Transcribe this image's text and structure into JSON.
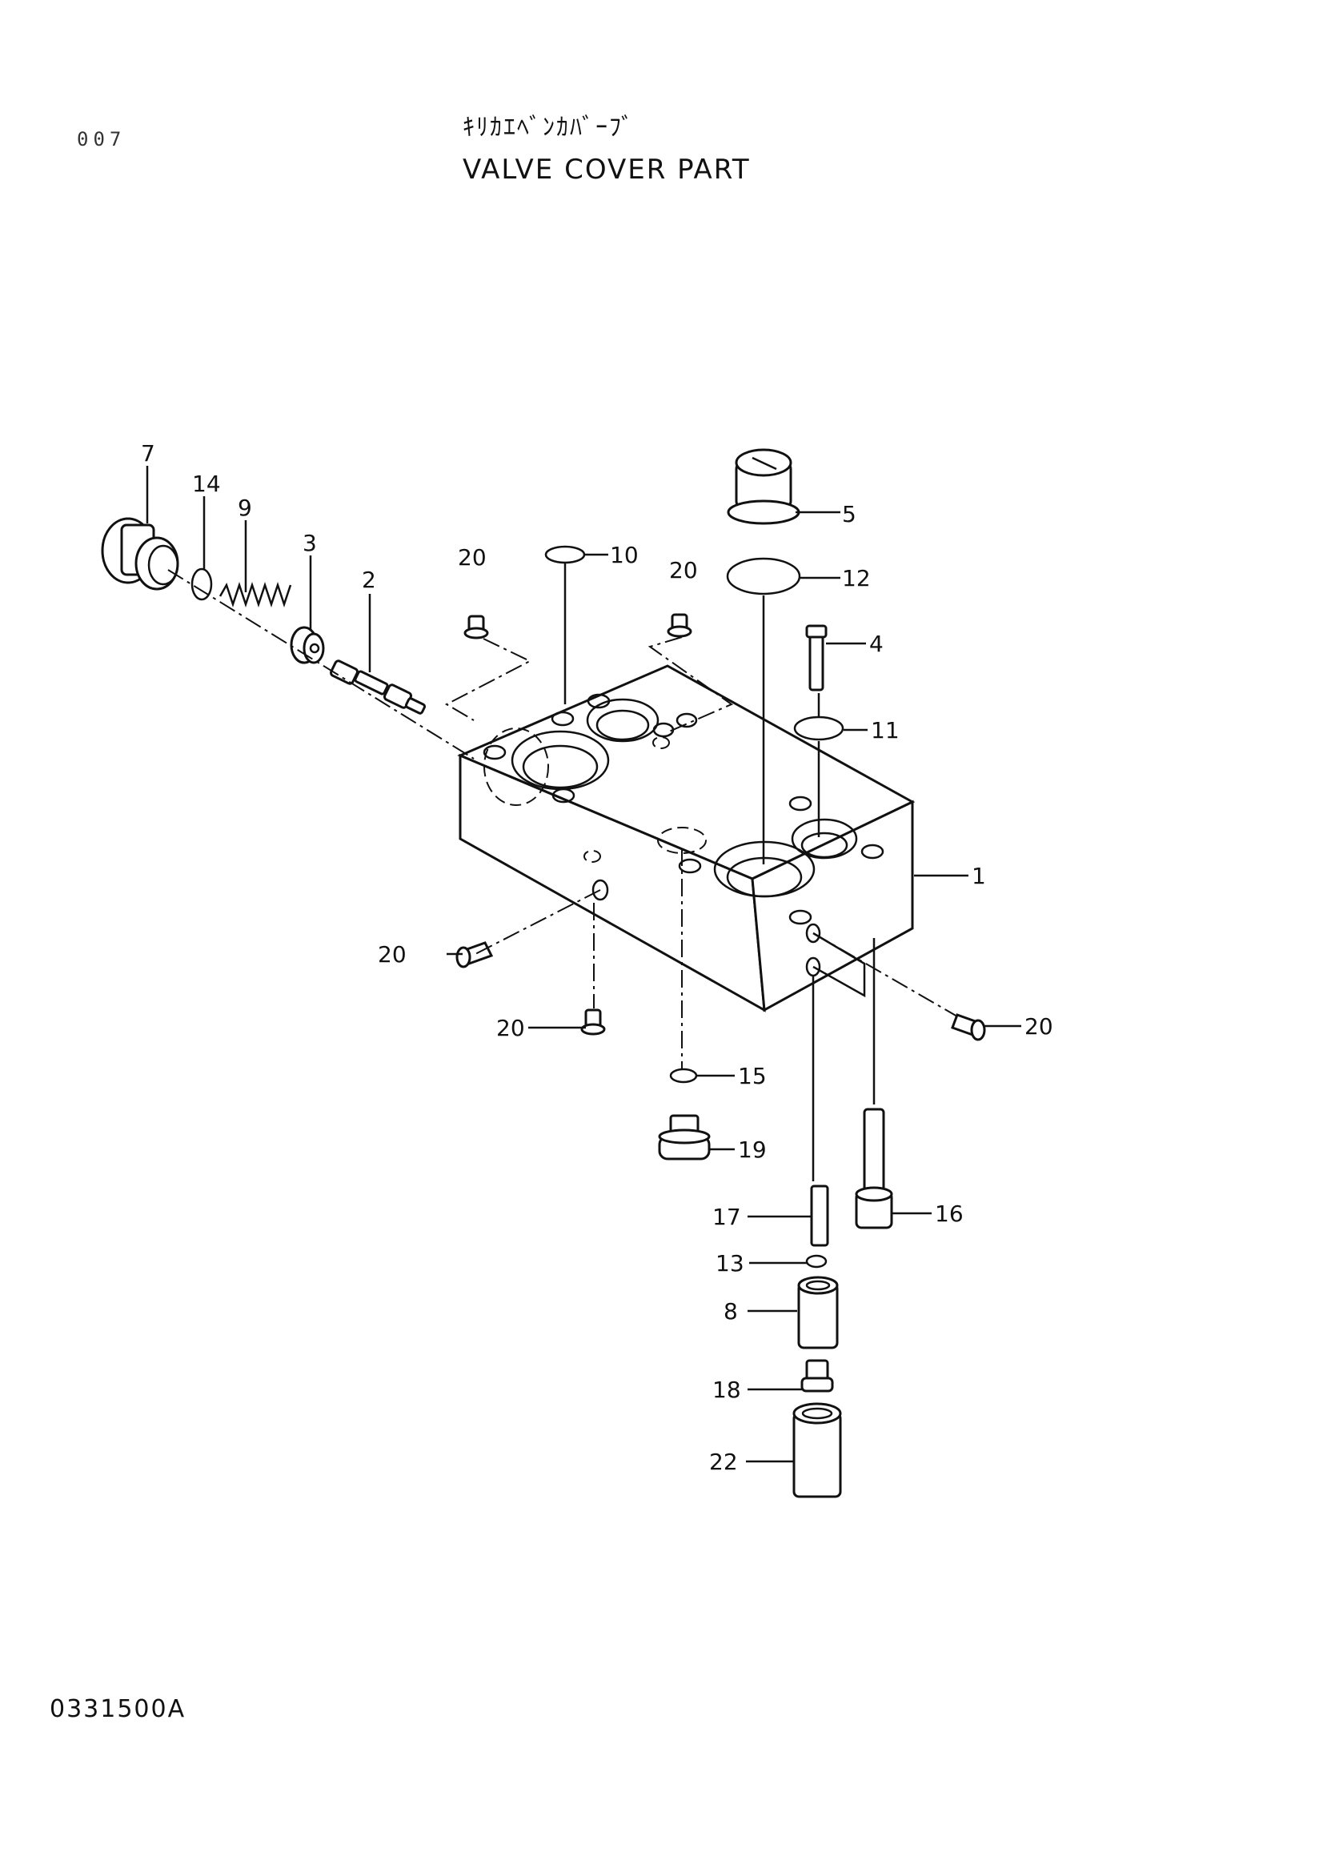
{
  "header": {
    "page_code": "007",
    "title_jp": "ｷﾘｶｴﾍﾞﾝｶﾊﾞｰﾌﾞ",
    "title_en": "VALVE COVER PART"
  },
  "footer": {
    "drawing_number": "0331500A"
  },
  "callouts": {
    "p1": "1",
    "p2": "2",
    "p3": "3",
    "p4": "4",
    "p5": "5",
    "p7": "7",
    "p8": "8",
    "p9": "9",
    "p10": "10",
    "p11": "11",
    "p12": "12",
    "p13": "13",
    "p14": "14",
    "p15": "15",
    "p16": "16",
    "p17": "17",
    "p18": "18",
    "p19": "19",
    "p20": "20",
    "p22": "22"
  }
}
